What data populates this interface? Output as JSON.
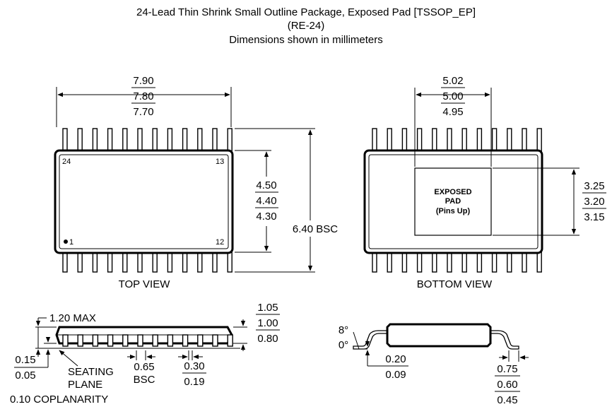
{
  "title": {
    "line1": "24-Lead Thin Shrink Small Outline Package, Exposed Pad [TSSOP_EP]",
    "line2": "(RE-24)",
    "line3": "Dimensions shown in millimeters"
  },
  "top_view": {
    "label": "TOP VIEW",
    "pin_24": "24",
    "pin_13": "13",
    "pin_1": "1",
    "pin_12": "12",
    "length": [
      "7.90",
      "7.80",
      "7.70"
    ],
    "body_width": [
      "4.50",
      "4.40",
      "4.30"
    ],
    "lead_span": "6.40 BSC"
  },
  "bottom_view": {
    "label": "BOTTOM VIEW",
    "pad_line1": "EXPOSED",
    "pad_line2": "PAD",
    "pad_line3": "(Pins Up)",
    "pad_length": [
      "5.02",
      "5.00",
      "4.95"
    ],
    "pad_width": [
      "3.25",
      "3.20",
      "3.15"
    ]
  },
  "side_view": {
    "max_height": "1.20 MAX",
    "body_thickness": [
      "1.05",
      "1.00",
      "0.80"
    ],
    "standoff": [
      "0.15",
      "0.05"
    ],
    "seating_1": "SEATING",
    "seating_2": "PLANE",
    "pitch_1": "0.65",
    "pitch_2": "BSC",
    "lead_width": [
      "0.30",
      "0.19"
    ],
    "coplanarity": "0.10 COPLANARITY"
  },
  "end_view": {
    "angle_max": "8°",
    "angle_min": "0°",
    "lead_thickness": [
      "0.20",
      "0.09"
    ],
    "foot_length": [
      "0.75",
      "0.60",
      "0.45"
    ]
  }
}
